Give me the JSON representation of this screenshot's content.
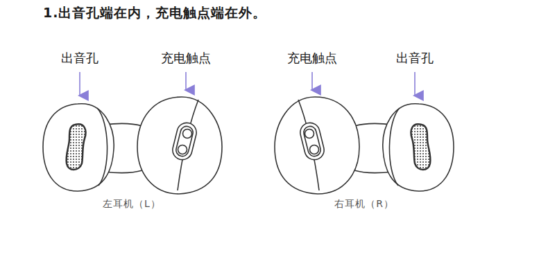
{
  "diagram": {
    "title": "1.出音孔端在内，充电触点端在外。",
    "labels": [
      "出音孔",
      "充电触点",
      "充电触点",
      "出音孔",
      "左耳机（L）",
      "右耳机（R）"
    ]
  }
}
